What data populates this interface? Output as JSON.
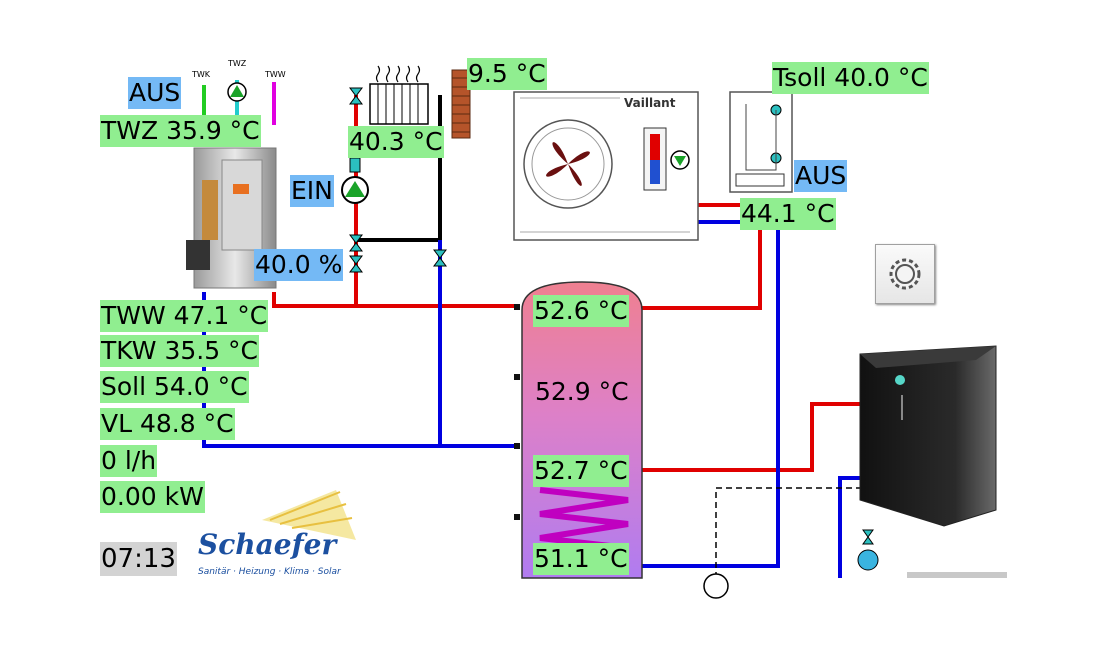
{
  "labels": {
    "outdoor_temp": "9.5 °C",
    "tsoll": "Tsoll 40.0 °C",
    "aus_top_left": "AUS",
    "twz": "TWZ 35.9 °C",
    "radiator_temp": "40.3 °C",
    "ein": "EIN",
    "mixer_percent": "40.0 %",
    "aus_heatpump": "AUS",
    "hp_flow_temp": "44.1 °C",
    "tww": "TWW 47.1 °C",
    "tkw": "TKW 35.5 °C",
    "soll": "Soll 54.0 °C",
    "vl": "VL 48.8 °C",
    "flow_rate": "0 l/h",
    "power": "0.00 kW",
    "time": "07:13"
  },
  "tank": {
    "temp_1": "52.6 °C",
    "temp_2": "52.9 °C",
    "temp_3": "52.7 °C",
    "temp_4": "51.1 °C"
  },
  "pipe_labels": {
    "twk": "TWK",
    "twz": "TWZ",
    "tww": "TWW"
  },
  "brand": {
    "vaillant": "Vaillant",
    "schaefer_name": "Schaefer",
    "schaefer_tagline": "Sanitär · Heizung · Klima · Solar"
  },
  "icons": {
    "settings": "gear-icon",
    "pump": "pump-icon",
    "radiator": "radiator-icon",
    "heat_pump": "heat-pump-icon",
    "wall": "brick-wall-icon",
    "boiler": "boiler-icon"
  },
  "colors": {
    "hot_pipe": "#e00000",
    "cold_pipe": "#0000e0",
    "label_green": "#90ee90",
    "label_blue": "#74b9f5",
    "pump_green": "#1aa329"
  }
}
